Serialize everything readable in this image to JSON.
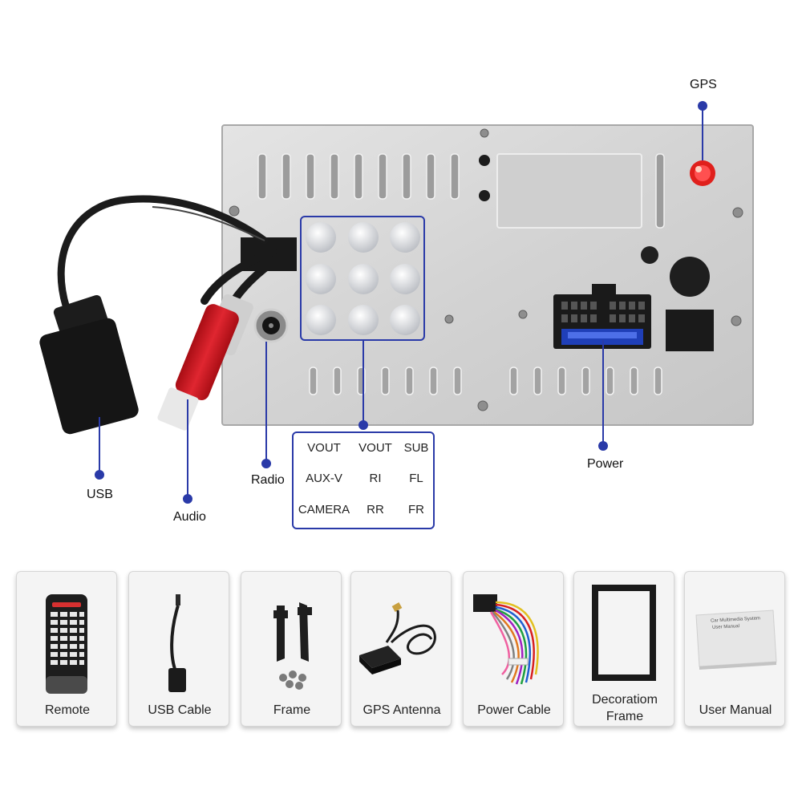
{
  "callouts": {
    "gps": "GPS",
    "usb": "USB",
    "audio": "Audio",
    "radio": "Radio",
    "power": "Power"
  },
  "ports": [
    [
      "VOUT",
      "VOUT",
      "SUB"
    ],
    [
      "AUX-V",
      "RI",
      "FL"
    ],
    [
      "CAMERA",
      "RR",
      "FR"
    ]
  ],
  "accessories": [
    {
      "label": "Remote",
      "icon": "remote-control"
    },
    {
      "label": "USB Cable",
      "icon": "usb-cable"
    },
    {
      "label": "Frame",
      "icon": "mounting-brackets"
    },
    {
      "label": "GPS Antenna",
      "icon": "gps-antenna"
    },
    {
      "label": "Power Cable",
      "icon": "wiring-harness"
    },
    {
      "label": "Decoratiom Frame",
      "label_lines": [
        "Decoratiom",
        "Frame"
      ],
      "icon": "trim-frame"
    },
    {
      "label": "User Manual",
      "icon": "manual-booklet",
      "manual_text": [
        "Car Multimedia System",
        "User Manual"
      ]
    }
  ],
  "colors": {
    "accent": "#2a3aa8",
    "panel": "#d9d9d9",
    "rca_red": "#d01822",
    "gps_red": "#e0201c"
  }
}
